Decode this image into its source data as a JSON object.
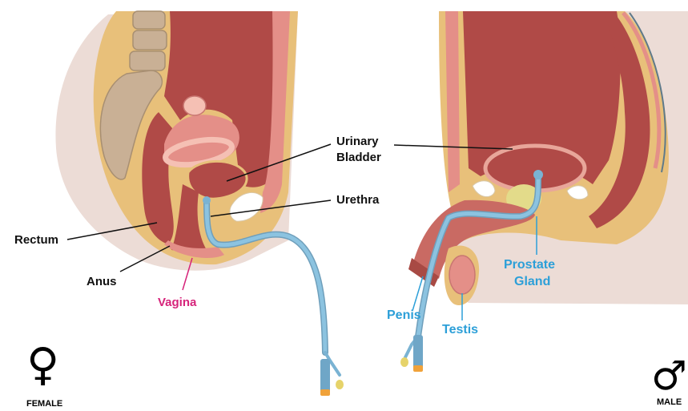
{
  "female": {
    "symbol": "♀",
    "caption": "FEMALE",
    "labels": {
      "bladder_line1": "Urinary",
      "bladder_line2": "Bladder",
      "urethra": "Urethra",
      "rectum": "Rectum",
      "anus": "Anus",
      "vagina": "Vagina"
    }
  },
  "male": {
    "symbol": "♂",
    "caption": "MALE",
    "labels": {
      "prostate_line1": "Prostate",
      "prostate_line2": "Gland",
      "penis": "Penis",
      "testis": "Testis"
    }
  },
  "colors": {
    "tissue_beige": "#e8c07a",
    "organ_red": "#b04a47",
    "organ_pink": "#e48f88",
    "skin_shadow": "#ecdcd6",
    "bone": "#c9b095",
    "catheter_blue": "#7ab3d3",
    "label_pink": "#d6237a",
    "label_blue": "#2c9fd8"
  }
}
